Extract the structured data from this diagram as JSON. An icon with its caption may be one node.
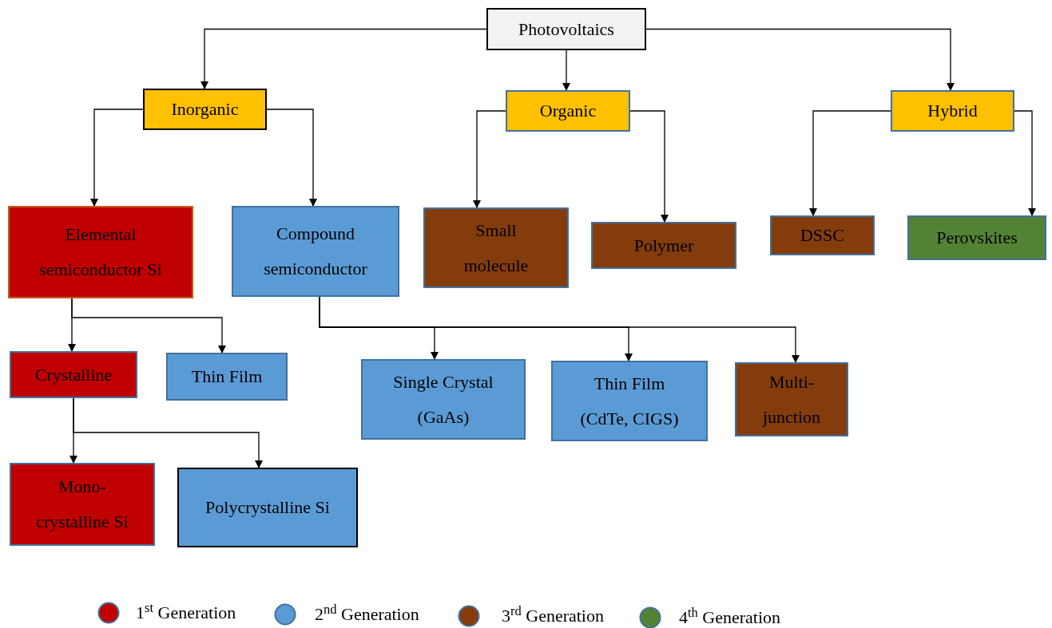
{
  "diagram": {
    "nodes": [
      {
        "text": [
          "Photovoltaics"
        ]
      },
      {
        "text": [
          "Inorganic"
        ]
      },
      {
        "text": [
          "Organic"
        ]
      },
      {
        "text": [
          "Hybrid"
        ]
      },
      {
        "text": [
          "Elemental semiconductor Si"
        ]
      },
      {
        "text": [
          "Compound semiconductor"
        ]
      },
      {
        "text": [
          "Small molecule"
        ]
      },
      {
        "text": [
          "Polymer"
        ]
      },
      {
        "text": [
          "DSSC"
        ]
      },
      {
        "text": [
          "Perovskites"
        ]
      },
      {
        "text": [
          "Crystalline"
        ]
      },
      {
        "text": [
          "Thin Film"
        ]
      },
      {
        "text": [
          "Single Crystal (GaAs)"
        ]
      },
      {
        "text": [
          "Thin Film (CdTe, CIGS)"
        ]
      },
      {
        "text": [
          "Multi-junction"
        ]
      },
      {
        "text": [
          "Mono-crystalline Si"
        ]
      },
      {
        "text": [
          "Polycrystalline Si"
        ]
      }
    ],
    "edges": [
      {
        "from": 0,
        "to": 1,
        "arrow": "to"
      },
      {
        "from": 0,
        "to": 2,
        "arrow": "to"
      },
      {
        "from": 0,
        "to": 3,
        "arrow": "to"
      },
      {
        "from": 1,
        "to": 4,
        "arrow": "to"
      },
      {
        "from": 1,
        "to": 5,
        "arrow": "to"
      },
      {
        "from": 2,
        "to": 6,
        "arrow": "to"
      },
      {
        "from": 2,
        "to": 7,
        "arrow": "to"
      },
      {
        "from": 3,
        "to": 8,
        "arrow": "to"
      },
      {
        "from": 3,
        "to": 9,
        "arrow": "to"
      },
      {
        "from": 4,
        "to": 10,
        "arrow": "to"
      },
      {
        "from": 4,
        "to": 11,
        "arrow": "to"
      },
      {
        "from": 5,
        "to": 12,
        "arrow": "to"
      },
      {
        "from": 5,
        "to": 13,
        "arrow": "to"
      },
      {
        "from": 5,
        "to": 14,
        "arrow": "to"
      },
      {
        "from": 10,
        "to": 15,
        "arrow": "to"
      },
      {
        "from": 10,
        "to": 16,
        "arrow": "to"
      }
    ],
    "legend": [
      {
        "text": "1$^{st}$ Generation",
        "color": "#c00000"
      },
      {
        "text": "2$^{nd}$ Generation",
        "color": "#5b9bd5"
      },
      {
        "text": "3$^{rd}$ Generation",
        "color": "#843c0c"
      },
      {
        "text": "4$^{th}$ Generation",
        "color": "#548235"
      }
    ]
  }
}
